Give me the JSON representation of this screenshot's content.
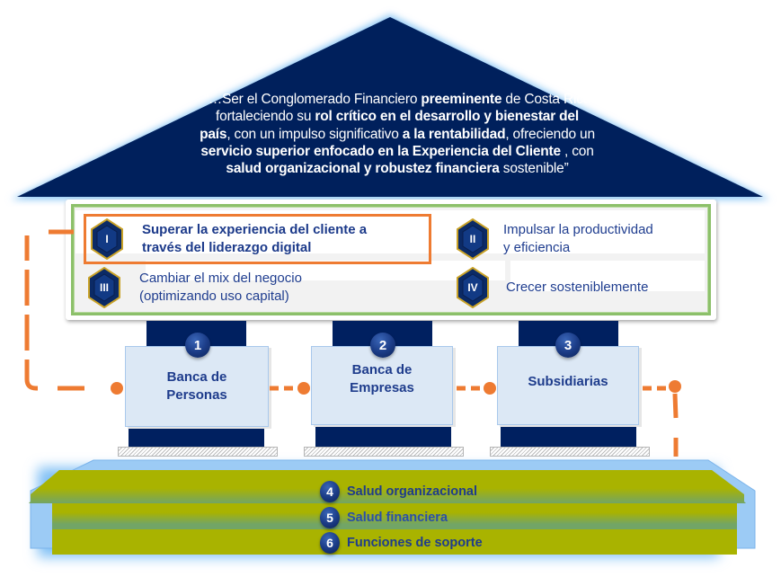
{
  "vision": {
    "segments": [
      {
        "text": "“…Ser el Conglomerado Financiero ",
        "bold": false
      },
      {
        "text": "preeminente",
        "bold": true
      },
      {
        "text": " de Costa Rica fortaleciendo su ",
        "bold": false
      },
      {
        "text": "rol crítico en el desarrollo y bienestar del país",
        "bold": true
      },
      {
        "text": ", con un impulso significativo ",
        "bold": false
      },
      {
        "text": "a la rentabilidad",
        "bold": true
      },
      {
        "text": ", ofreciendo un ",
        "bold": false
      },
      {
        "text": "servicio superior enfocado en la Experiencia del Cliente",
        "bold": true
      },
      {
        "text": " , con ",
        "bold": false
      },
      {
        "text": "salud organizacional y robustez financiera",
        "bold": true
      },
      {
        "text": " sostenible”",
        "bold": false
      }
    ]
  },
  "objectives": [
    {
      "numeral": "I",
      "text_line1": "Superar la  experiencia del cliente a",
      "text_line2": "través del liderazgo digital",
      "highlighted": true
    },
    {
      "numeral": "II",
      "text_line1": "Impulsar la productividad",
      "text_line2": "y eficiencia",
      "highlighted": false
    },
    {
      "numeral": "III",
      "text_line1": "Cambiar el mix del negocio",
      "text_line2": "(optimizando uso capital)",
      "highlighted": false
    },
    {
      "numeral": "IV",
      "text_line1": "Crecer sosteniblemente",
      "text_line2": "",
      "highlighted": false
    }
  ],
  "pillars": [
    {
      "number": "1",
      "line1": "Banca de",
      "line2": "Personas"
    },
    {
      "number": "2",
      "line1": "Banca de",
      "line2": "Empresas"
    },
    {
      "number": "3",
      "line1": "Subsidiarias",
      "line2": ""
    }
  ],
  "foundation": [
    {
      "number": "4",
      "label": "Salud organizacional"
    },
    {
      "number": "5",
      "label": "Salud financiera"
    },
    {
      "number": "6",
      "label": "Funciones de soporte"
    }
  ],
  "colors": {
    "navy": "#002060",
    "accent_orange": "#ee7b32",
    "panel_green": "#8cc06a",
    "pillar_fill": "#dce8f5",
    "foundation_olive": "#a9b300",
    "foundation_blend": "#72a566",
    "text_blue": "#1e3c8c"
  }
}
